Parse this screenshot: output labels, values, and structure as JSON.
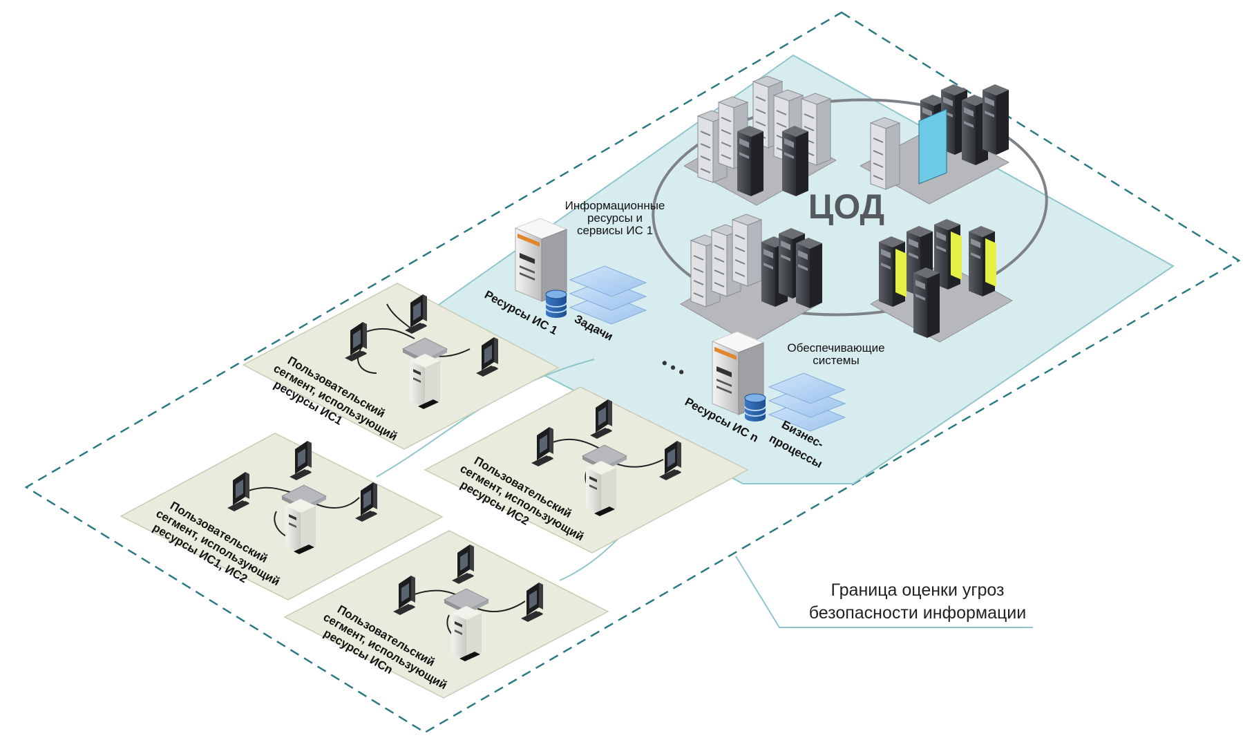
{
  "cod_label": "ЦОД",
  "info_resources_label": [
    "Информационные",
    "ресурсы и",
    "сервисы ИС 1"
  ],
  "support_systems_label": [
    "Обеспечивающие",
    "системы"
  ],
  "resources_is1": "Ресурсы ИС 1",
  "tasks": "Задачи",
  "resources_isn": "Ресурсы ИС n",
  "business_processes": [
    "Бизнес-",
    "процессы"
  ],
  "ellipsis": "• • •",
  "segments": [
    {
      "lines": [
        "Пользовательский",
        "сегмент, использующий",
        "ресурсы ИС1"
      ]
    },
    {
      "lines": [
        "Пользовательский",
        "сегмент, использующий",
        "ресурсы ИС1, ИС2"
      ]
    },
    {
      "lines": [
        "Пользовательский",
        "сегмент, использующий",
        "ресурсы ИС2"
      ]
    },
    {
      "lines": [
        "Пользовательский",
        "сегмент, использующий",
        "ресурсы ИСn"
      ]
    }
  ],
  "boundary_label": [
    "Граница оценки угроз",
    "безопасности информации"
  ],
  "colors": {
    "boundary_dash": "#2a7a80",
    "cod_area_fill": "#d7ecee",
    "cod_area_stroke": "#8fc6cc",
    "segment_fill": "#e9ecdc",
    "segment_stroke": "#c7cbb5"
  }
}
